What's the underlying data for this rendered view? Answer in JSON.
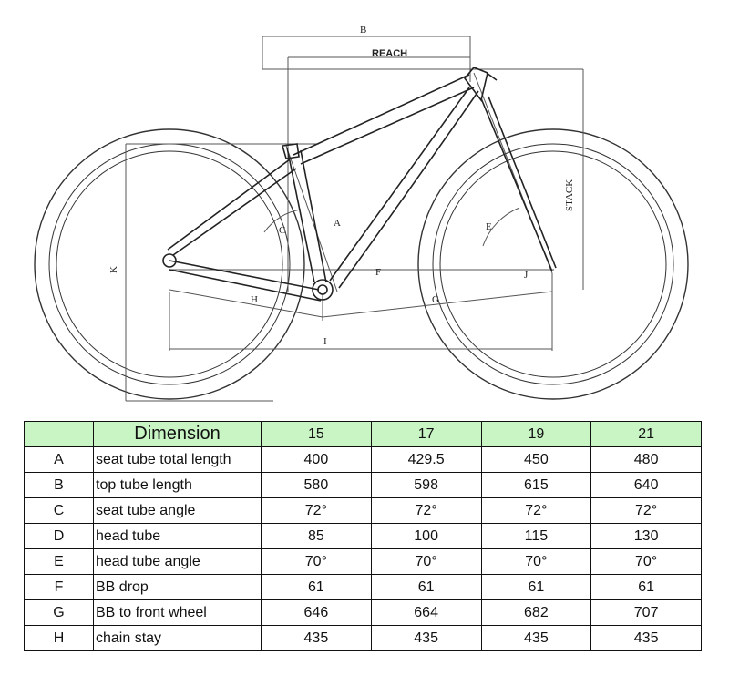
{
  "diagram": {
    "labels": {
      "b": "B",
      "reach": "REACH",
      "stack": "STACK",
      "k": "K",
      "c": "C",
      "a": "A",
      "e": "E",
      "f": "F",
      "j": "J",
      "h": "H",
      "g": "G",
      "i": "I"
    }
  },
  "table": {
    "header": {
      "key": "",
      "dimension": "Dimension",
      "sizes": [
        "15",
        "17",
        "19",
        "21"
      ]
    },
    "rows": [
      {
        "key": "A",
        "name": "seat tube total length",
        "values": [
          "400",
          "429.5",
          "450",
          "480"
        ]
      },
      {
        "key": "B",
        "name": "top tube length",
        "values": [
          "580",
          "598",
          "615",
          "640"
        ]
      },
      {
        "key": "C",
        "name": "seat tube angle",
        "values": [
          "72°",
          "72°",
          "72°",
          "72°"
        ]
      },
      {
        "key": "D",
        "name": "head tube",
        "values": [
          "85",
          "100",
          "115",
          "130"
        ]
      },
      {
        "key": "E",
        "name": "head tube angle",
        "values": [
          "70°",
          "70°",
          "70°",
          "70°"
        ]
      },
      {
        "key": "F",
        "name": "BB drop",
        "values": [
          "61",
          "61",
          "61",
          "61"
        ]
      },
      {
        "key": "G",
        "name": "BB to front wheel",
        "values": [
          "646",
          "664",
          "682",
          "707"
        ]
      },
      {
        "key": "H",
        "name": "chain stay",
        "values": [
          "435",
          "435",
          "435",
          "435"
        ]
      }
    ]
  }
}
